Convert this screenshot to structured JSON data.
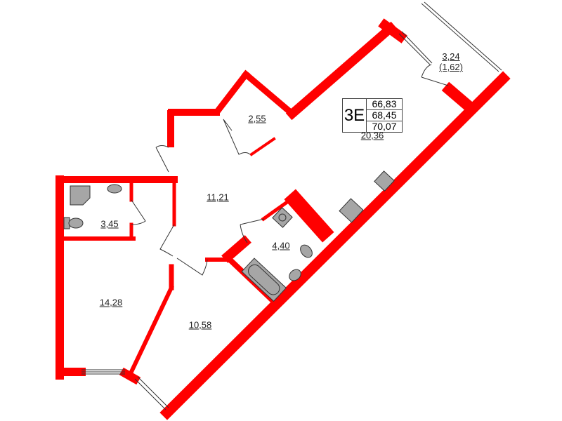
{
  "colors": {
    "wall": "#ff0000",
    "fixture": "#a6a6a6",
    "line": "#333333"
  },
  "apartment": {
    "code": "3E",
    "areas": [
      "66,83",
      "68,45",
      "70,07"
    ]
  },
  "rooms": [
    {
      "id": "living",
      "area": "20,36"
    },
    {
      "id": "balcony",
      "area": "3,24",
      "reduced_area": "(1,62)"
    },
    {
      "id": "closet",
      "area": "2,55"
    },
    {
      "id": "hall",
      "area": "11,21"
    },
    {
      "id": "bath-small",
      "area": "3,45"
    },
    {
      "id": "bathroom",
      "area": "4,40"
    },
    {
      "id": "bedroom-1",
      "area": "14,28"
    },
    {
      "id": "bedroom-2",
      "area": "10,58"
    }
  ]
}
